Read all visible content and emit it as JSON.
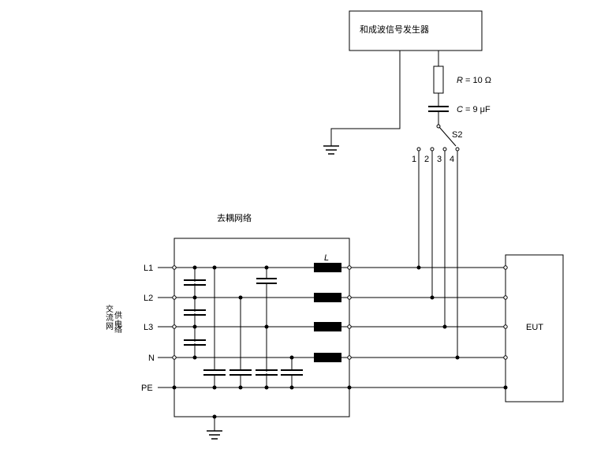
{
  "generator": {
    "label": "和成波信号发生器"
  },
  "resistor": {
    "symbol": "R",
    "value": " = 10 Ω"
  },
  "capacitor": {
    "symbol": "C",
    "value": " = 9 μF"
  },
  "switch": {
    "label": "S2",
    "positions": [
      "1",
      "2",
      "3",
      "4"
    ]
  },
  "network": {
    "title": "去耦网络",
    "inductor_label": "L",
    "lines": [
      "L1",
      "L2",
      "L3",
      "N",
      "PE"
    ]
  },
  "supply": {
    "chars": [
      "交",
      "流",
      "供",
      "电",
      "网",
      "络"
    ]
  },
  "eut": {
    "label": "EUT"
  }
}
